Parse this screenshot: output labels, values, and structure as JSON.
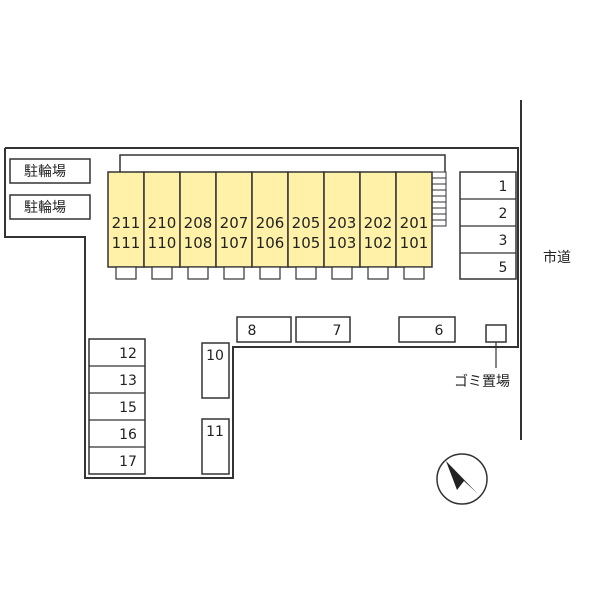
{
  "bicycle_parking": [
    {
      "label": "駐輪場"
    },
    {
      "label": "駐輪場"
    }
  ],
  "building": {
    "fill_color": "#fff2a8",
    "units": [
      {
        "upper": "211",
        "lower": "111"
      },
      {
        "upper": "210",
        "lower": "110"
      },
      {
        "upper": "208",
        "lower": "108"
      },
      {
        "upper": "207",
        "lower": "107"
      },
      {
        "upper": "206",
        "lower": "106"
      },
      {
        "upper": "205",
        "lower": "105"
      },
      {
        "upper": "203",
        "lower": "103"
      },
      {
        "upper": "202",
        "lower": "102"
      },
      {
        "upper": "201",
        "lower": "101"
      }
    ]
  },
  "parking_right": [
    "1",
    "2",
    "3",
    "5"
  ],
  "parking_middle": [
    "8",
    "7",
    "6"
  ],
  "parking_left": [
    "12",
    "13",
    "15",
    "16",
    "17"
  ],
  "parking_vertical": [
    "10",
    "11"
  ],
  "road_label": "市道",
  "garbage_label": "ゴミ置場",
  "compass": {
    "icon": "north-arrow-icon"
  }
}
